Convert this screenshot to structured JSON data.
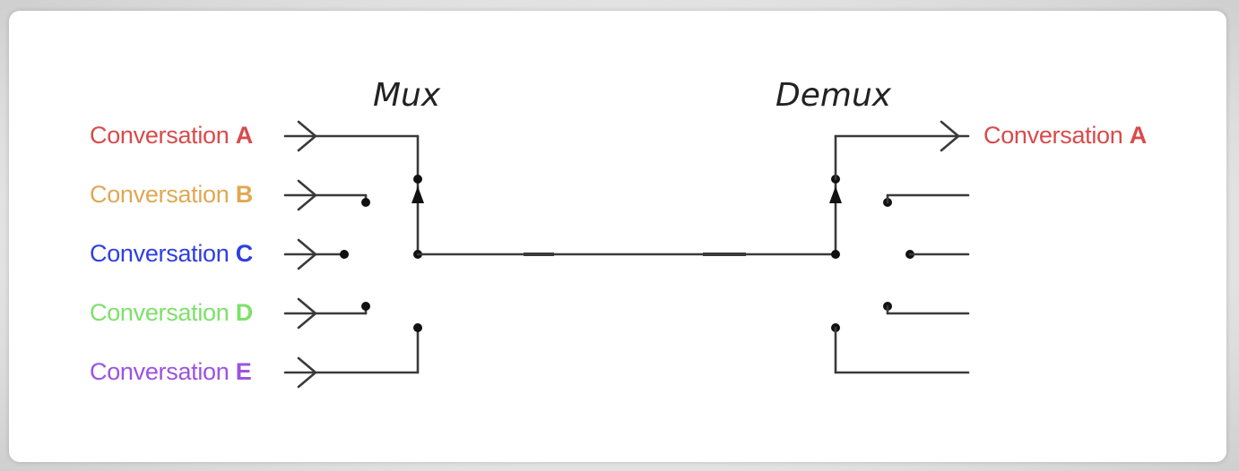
{
  "titles": {
    "mux": "Mux",
    "demux": "Demux"
  },
  "inputs": [
    {
      "label": "Conversation ",
      "letter": "A",
      "color": "#d84b4b"
    },
    {
      "label": "Conversation ",
      "letter": "B",
      "color": "#e0a854"
    },
    {
      "label": "Conversation ",
      "letter": "C",
      "color": "#2f3fe0"
    },
    {
      "label": "Conversation ",
      "letter": "D",
      "color": "#7ee06b"
    },
    {
      "label": "Conversation ",
      "letter": "E",
      "color": "#9b54e0"
    }
  ],
  "outputs": [
    {
      "label": "Conversation ",
      "letter": "A",
      "color": "#d84b4b"
    }
  ],
  "colors": {
    "wire": "#3a3a3a",
    "background": "#ffffff"
  }
}
